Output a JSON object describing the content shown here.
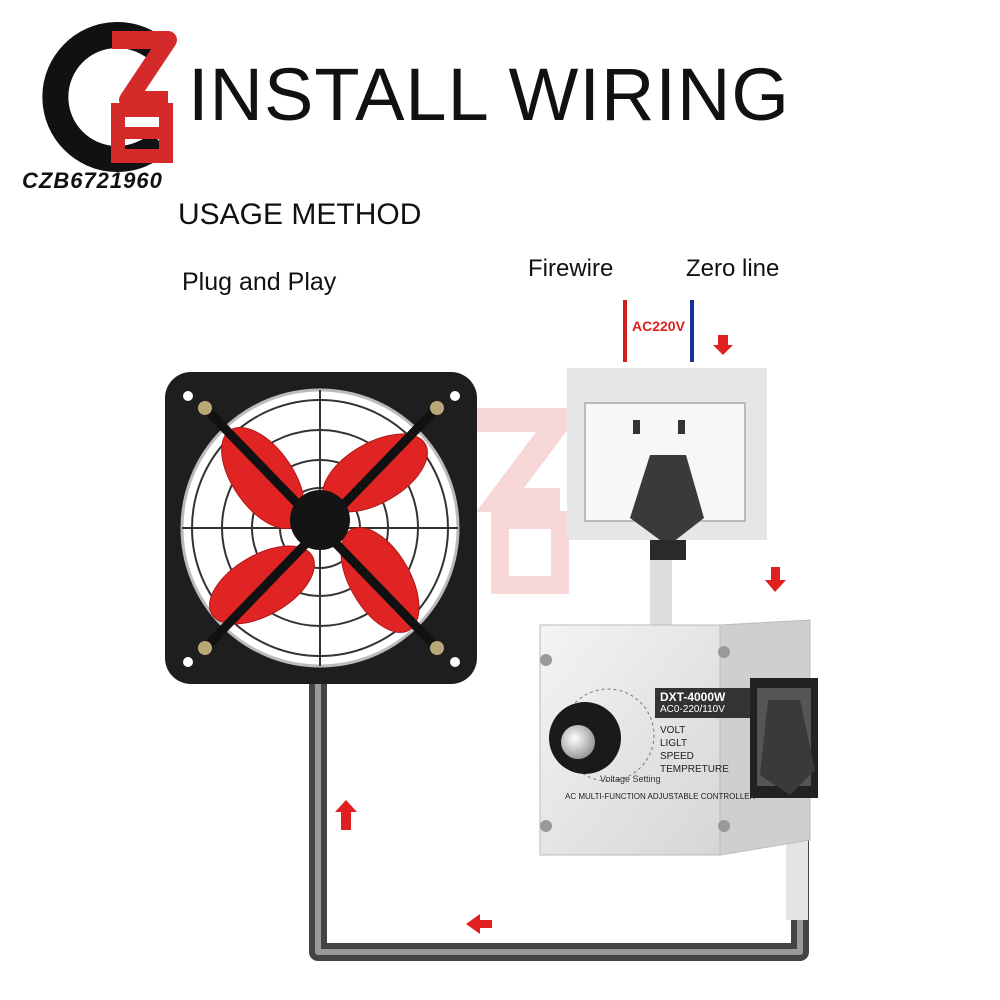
{
  "header": {
    "title": "INSTALL WIRING",
    "brand_code": "CZB6721960"
  },
  "labels": {
    "usage_method": "USAGE METHOD",
    "plug_and_play": "Plug and Play",
    "firewire": "Firewire",
    "zero_line": "Zero line",
    "voltage": "AC220V"
  },
  "controller": {
    "model": "DXT-4000W",
    "rating": "AC0-220/110V",
    "functions": [
      "VOLT",
      "LIGLT",
      "SPEED",
      "TEMPRETURE"
    ],
    "caption": "AC MULTI-FUNCTION ADJUSTABLE CONTROLLER",
    "dial_caption": "Voltage Setting"
  },
  "colors": {
    "live_wire": "#d01f1f",
    "neutral_wire": "#1f2f9a",
    "arrow": "#e02020",
    "fan_blade": "#e02424",
    "fan_frame": "#1e1e1e"
  }
}
